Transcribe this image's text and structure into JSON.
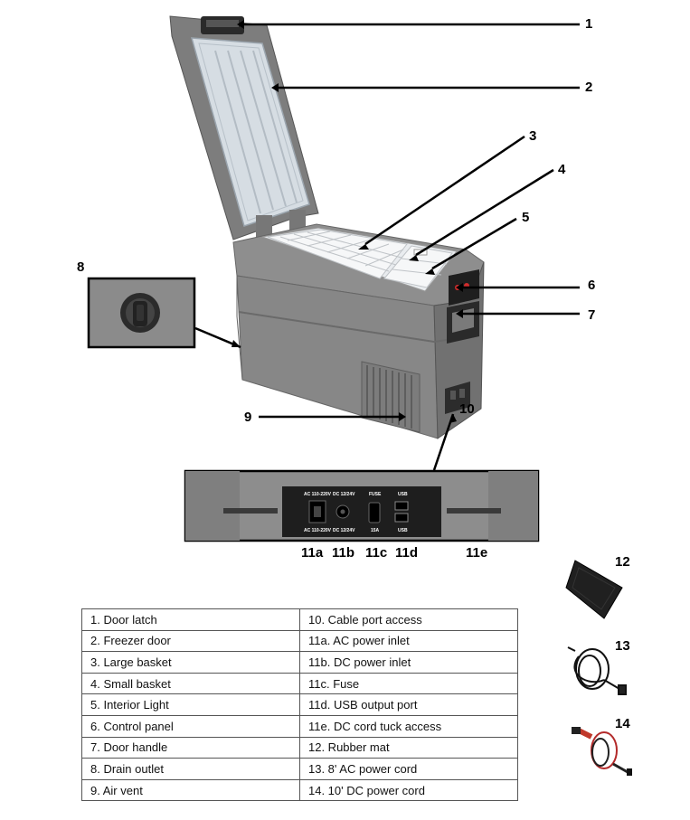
{
  "callouts": [
    "1",
    "2",
    "3",
    "4",
    "5",
    "6",
    "7",
    "8",
    "9",
    "10",
    "12",
    "13",
    "14"
  ],
  "sub_labels": [
    "11a",
    "11b",
    "11c",
    "11d",
    "11e"
  ],
  "panel_labels": {
    "ac_top": "AC 110-220V",
    "dc_top": "DC 12/24V",
    "fuse_top": "FUSE",
    "usb_top": "USB",
    "ac_bottom": "AC 110-220V",
    "dc_bottom": "DC 12/24V",
    "fuse_bottom": "15A",
    "usb_bottom": "USB"
  },
  "parts_table": [
    [
      "1. Door latch",
      "10. Cable port access"
    ],
    [
      "2. Freezer door",
      "11a. AC power inlet"
    ],
    [
      "3. Large basket",
      "11b. DC power inlet"
    ],
    [
      "4. Small basket",
      "11c. Fuse"
    ],
    [
      "5. Interior Light",
      "11d. USB output port"
    ],
    [
      "6. Control panel",
      "11e. DC cord tuck access"
    ],
    [
      "7. Door handle",
      "12. Rubber mat"
    ],
    [
      "8. Drain outlet",
      "13. 8' AC power cord"
    ],
    [
      "9. Air vent",
      "14. 10' DC power cord"
    ]
  ],
  "colors": {
    "body": "#8a8a8a",
    "body_dark": "#6e6e6e",
    "lid_inner": "#cfd6dc",
    "panel": "#1e1e1e",
    "red_wire": "#c0392b"
  }
}
